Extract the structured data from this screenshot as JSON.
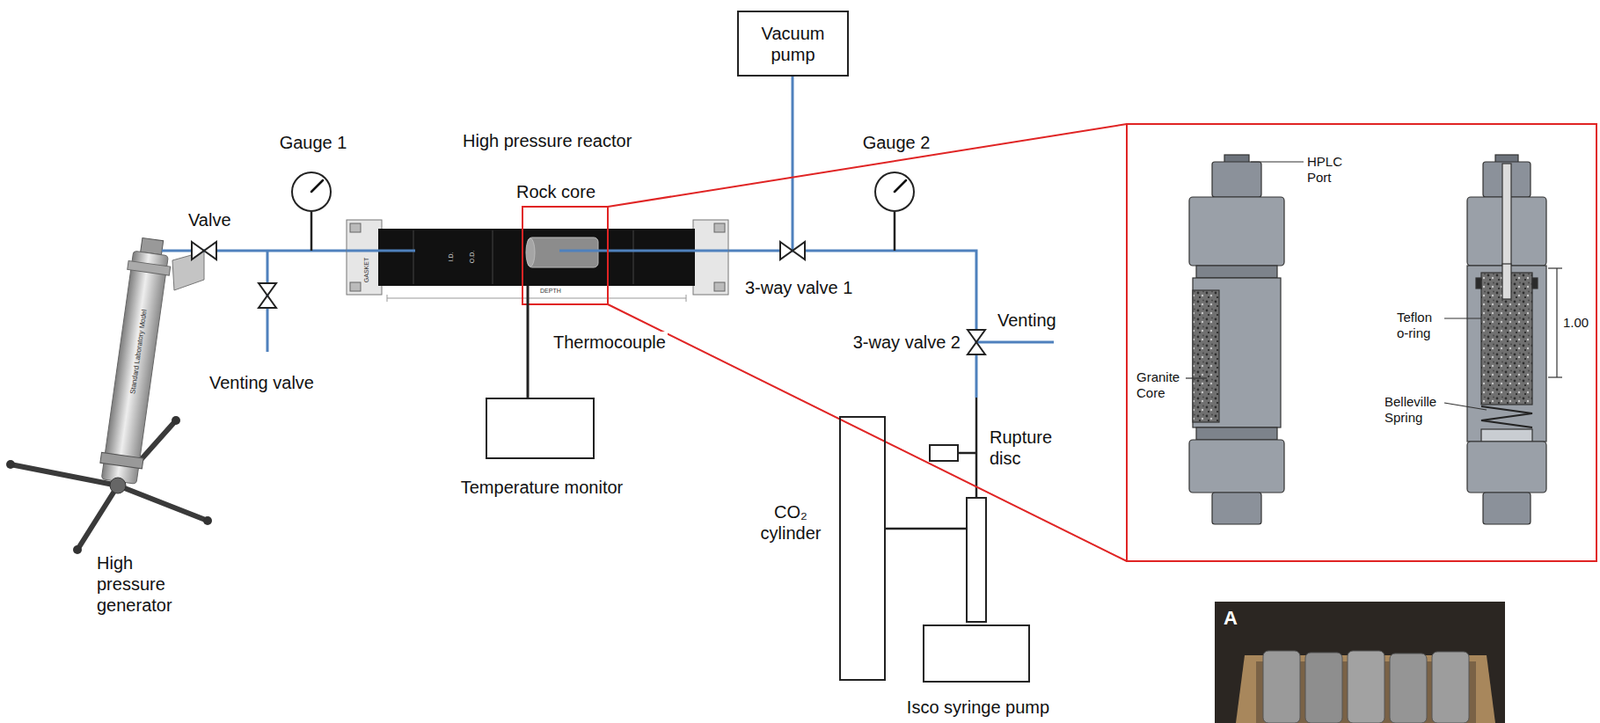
{
  "diagram": {
    "nodes": [
      {
        "text": [
          "Vacuum pump"
        ]
      },
      {
        "text": [
          "Gauge 1"
        ]
      },
      {
        "text": [
          "High pressure reactor"
        ]
      },
      {
        "text": [
          "Gauge 2"
        ]
      },
      {
        "text": [
          "Temperature monitor"
        ]
      },
      {
        "text": [
          "Rupture disc"
        ]
      },
      {
        "text": [
          "CO₂ cylinder"
        ]
      },
      {
        "text": [
          "Isco syringe pump"
        ]
      }
    ],
    "edges": [
      {
        "from": 2,
        "to": 4,
        "label": "Thermocouple",
        "arrow": "none"
      },
      {
        "from": 6,
        "to": 7,
        "arrow": "none"
      }
    ],
    "labels": [
      "High pressure generator",
      "Standard Laboratory Model",
      "Valve",
      "Venting valve",
      "GASKET",
      "I.D.",
      "O.D.",
      "DEPTH",
      "Rock core",
      "3-way valve 1",
      "3-way valve 2",
      "Venting",
      "HPLC Port",
      "Granite Core",
      "Teflon o-ring",
      "Belleville Spring",
      "1.00",
      "A"
    ]
  }
}
